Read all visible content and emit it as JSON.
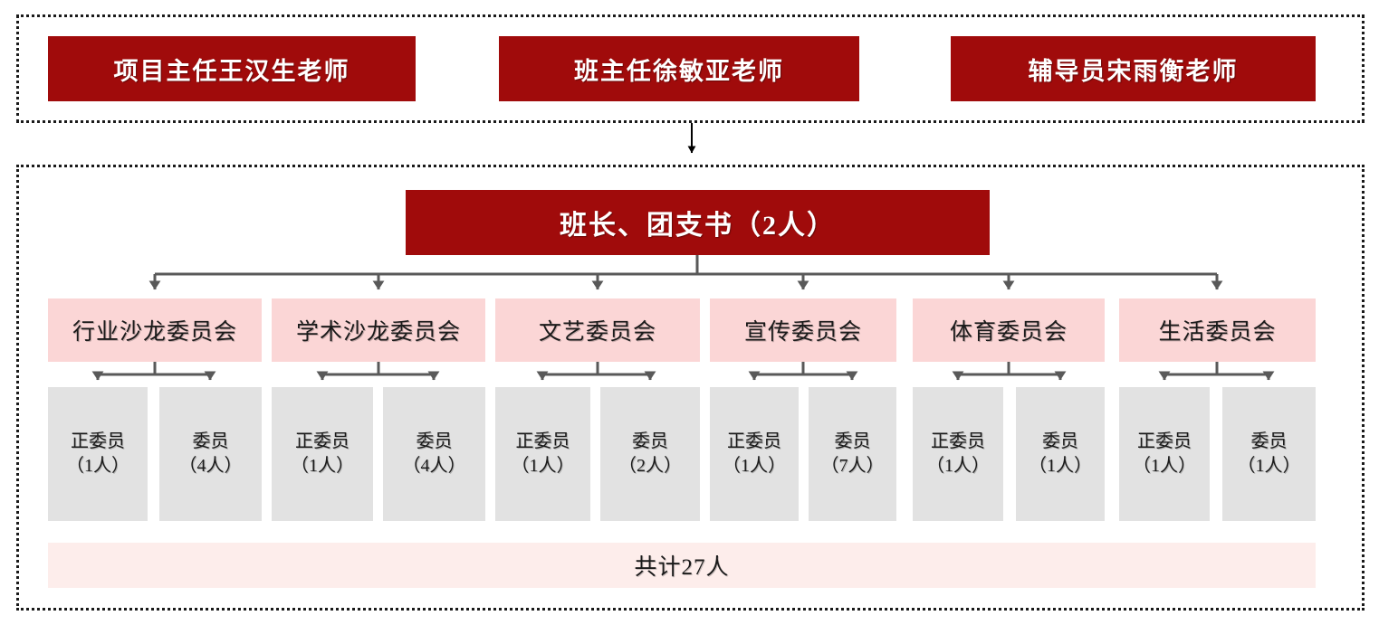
{
  "diagram": {
    "title_semantic": "class-organization-chart",
    "colors": {
      "red": "#A00B0B",
      "pink": "#FBD6D6",
      "light_pink": "#FDEDEB",
      "gray": "#E2E2E2",
      "connector_gray": "#595959",
      "border_black": "#1a1a1a"
    }
  },
  "leadership": {
    "members": [
      {
        "label": "项目主任王汉生老师"
      },
      {
        "label": "班主任徐敏亚老师"
      },
      {
        "label": "辅导员宋雨衡老师"
      }
    ]
  },
  "head": {
    "label": "班长、团支书（2人）"
  },
  "committees": [
    {
      "name": "行业沙龙委员会",
      "roles": [
        {
          "role": "正委员",
          "count": "（1人）"
        },
        {
          "role": "委员",
          "count": "（4人）"
        }
      ]
    },
    {
      "name": "学术沙龙委员会",
      "roles": [
        {
          "role": "正委员",
          "count": "（1人）"
        },
        {
          "role": "委员",
          "count": "（4人）"
        }
      ]
    },
    {
      "name": "文艺委员会",
      "roles": [
        {
          "role": "正委员",
          "count": "（1人）"
        },
        {
          "role": "委员",
          "count": "（2人）"
        }
      ]
    },
    {
      "name": "宣传委员会",
      "roles": [
        {
          "role": "正委员",
          "count": "（1人）"
        },
        {
          "role": "委员",
          "count": "（7人）"
        }
      ]
    },
    {
      "name": "体育委员会",
      "roles": [
        {
          "role": "正委员",
          "count": "（1人）"
        },
        {
          "role": "委员",
          "count": "（1人）"
        }
      ]
    },
    {
      "name": "生活委员会",
      "roles": [
        {
          "role": "正委员",
          "count": "（1人）"
        },
        {
          "role": "委员",
          "count": "（1人）"
        }
      ]
    }
  ],
  "total": {
    "label": "共计27人"
  }
}
